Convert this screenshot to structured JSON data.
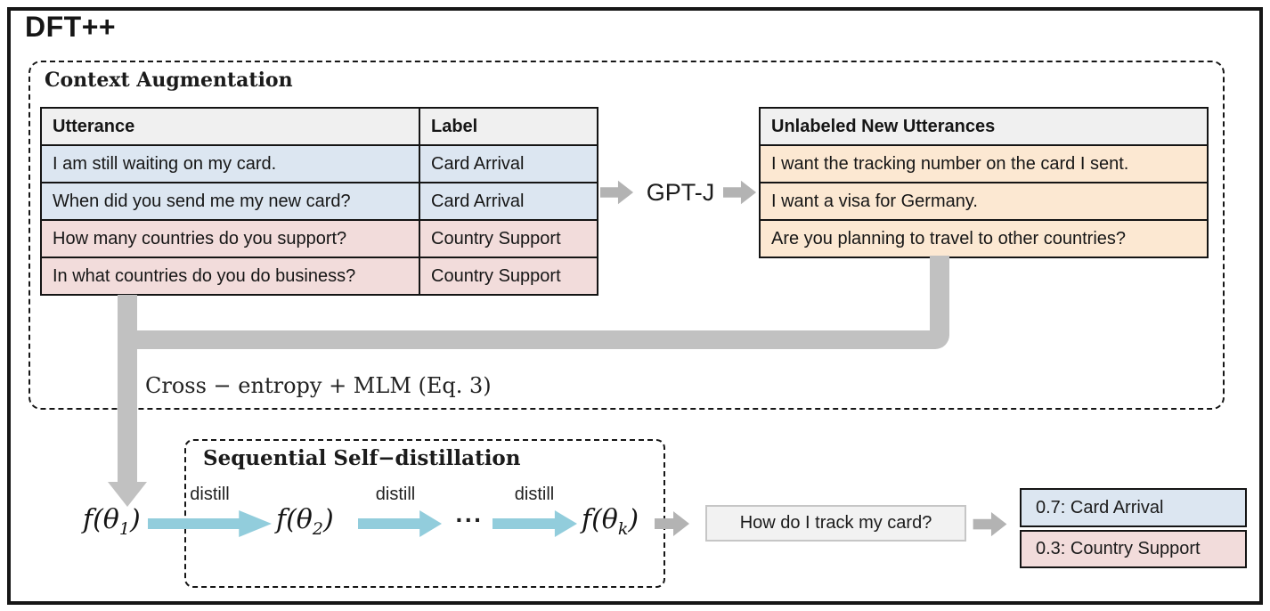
{
  "title": "DFT++",
  "colors": {
    "card_arrival_bg": "#dce6f1",
    "country_support_bg": "#f2dcdb",
    "unlabeled_bg": "#fce8d2",
    "table_header_bg": "#f0f0f0",
    "connector_gray": "#c1c1c1",
    "flow_arrow_gray": "#b3b3b3",
    "distill_arrow_teal": "#92cddc",
    "query_box_bg": "#f2f2f2",
    "frame_border": "#161616"
  },
  "context_augmentation": {
    "title": "Context Augmentation",
    "labeled_table": {
      "headers": {
        "utterance": "Utterance",
        "label": "Label"
      },
      "rows": [
        {
          "utterance": "I am still waiting on my card.",
          "label": "Card Arrival"
        },
        {
          "utterance": "When did you send me my new card?",
          "label": "Card Arrival"
        },
        {
          "utterance": "How many countries do you support?",
          "label": "Country Support"
        },
        {
          "utterance": "In what countries do you do business?",
          "label": "Country Support"
        }
      ]
    },
    "generator_label": "GPT-J",
    "unlabeled_table": {
      "header": "Unlabeled New Utterances",
      "rows": [
        "I want the tracking number on the card I sent.",
        "I want a visa for Germany.",
        "Are you planning to travel to other countries?"
      ]
    },
    "loss_label": "Cross − entropy + MLM (Eq. 3)"
  },
  "distillation": {
    "title": "Sequential Self−distillation",
    "arrow_label": "distill",
    "ellipsis": "···",
    "models": [
      {
        "prefix": "f(θ",
        "sub": "1",
        "suffix": ")"
      },
      {
        "prefix": "f(θ",
        "sub": "2",
        "suffix": ")"
      },
      {
        "prefix": "f(θ",
        "sub": "k",
        "suffix": ")"
      }
    ]
  },
  "inference": {
    "query": "How do I track my card?",
    "predictions": [
      {
        "text": "0.7: Card Arrival"
      },
      {
        "text": "0.3: Country Support"
      }
    ]
  }
}
